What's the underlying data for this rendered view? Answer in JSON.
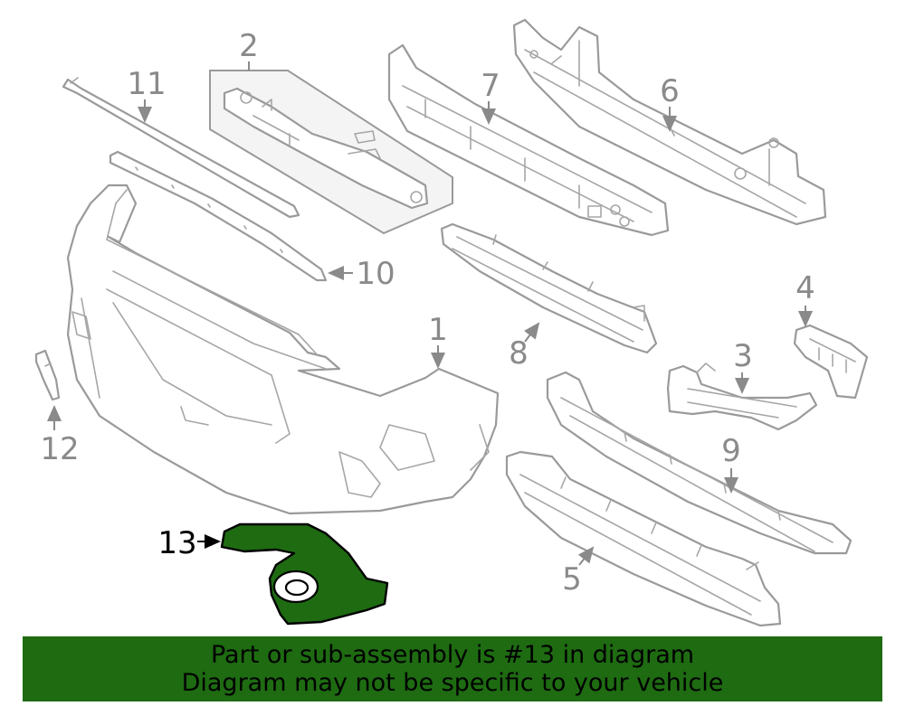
{
  "callouts": {
    "c1": "1",
    "c2": "2",
    "c3": "3",
    "c4": "4",
    "c5": "5",
    "c6": "6",
    "c7": "7",
    "c8": "8",
    "c9": "9",
    "c10": "10",
    "c11": "11",
    "c12": "12",
    "c13": "13"
  },
  "highlight_part": {
    "number": "13",
    "color": "#1e6b12"
  },
  "banner": {
    "line1": "Part or sub-assembly is #13 in diagram",
    "line2": "Diagram may not be specific to your vehicle",
    "background": "#1e6b12"
  }
}
